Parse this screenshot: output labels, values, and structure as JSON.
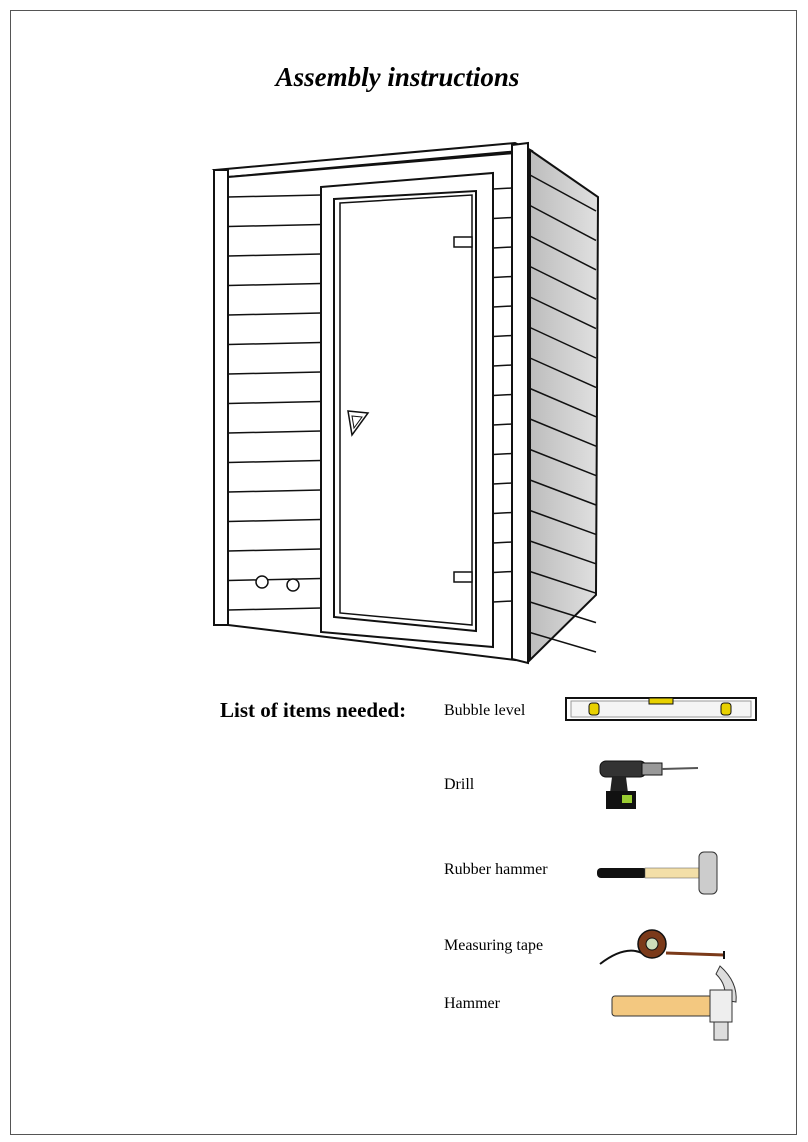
{
  "title": "Assembly instructions",
  "items_heading": "List of items needed:",
  "tools": [
    {
      "label": "Bubble level",
      "icon": "bubble-level-icon"
    },
    {
      "label": "Drill",
      "icon": "drill-icon"
    },
    {
      "label": "Rubber hammer",
      "icon": "rubber-hammer-icon"
    },
    {
      "label": "Measuring tape",
      "icon": "measuring-tape-icon"
    },
    {
      "label": "Hammer",
      "icon": "hammer-icon"
    }
  ],
  "illustration": "sauna-cabin-drawing"
}
